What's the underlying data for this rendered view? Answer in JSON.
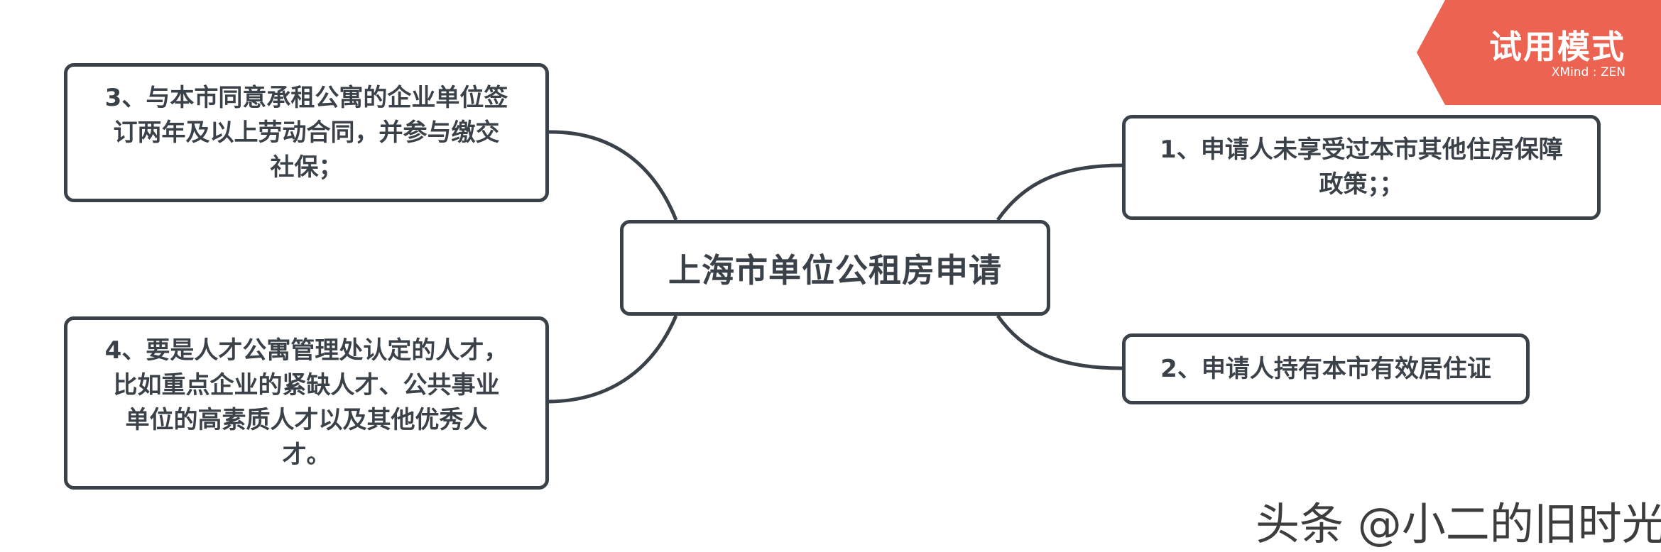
{
  "root": {
    "label": "上海市单位公租房申请"
  },
  "topics": {
    "t1": {
      "lines": [
        "1、申请人未享受过本市其他住房保障",
        "政策；；"
      ]
    },
    "t2": {
      "lines": [
        "2、申请人持有本市有效居住证"
      ]
    },
    "t3": {
      "lines": [
        "3、与本市同意承租公寓的企业单位签",
        "订两年及以上劳动合同，并参与缴交",
        "社保；"
      ]
    },
    "t4": {
      "lines": [
        "4、要是人才公寓管理处认定的人才，",
        "比如重点企业的紧缺人才、公共事业",
        "单位的高素质人才以及其他优秀人",
        "才。"
      ]
    }
  },
  "trial_badge": {
    "title": "试用模式",
    "subtitle": "XMind : ZEN",
    "color": "#ec6352"
  },
  "watermark": {
    "text": "头条 @小二的旧时光"
  },
  "colors": {
    "stroke": "#3b4149",
    "text": "#3b4149",
    "background": "#ffffff"
  }
}
